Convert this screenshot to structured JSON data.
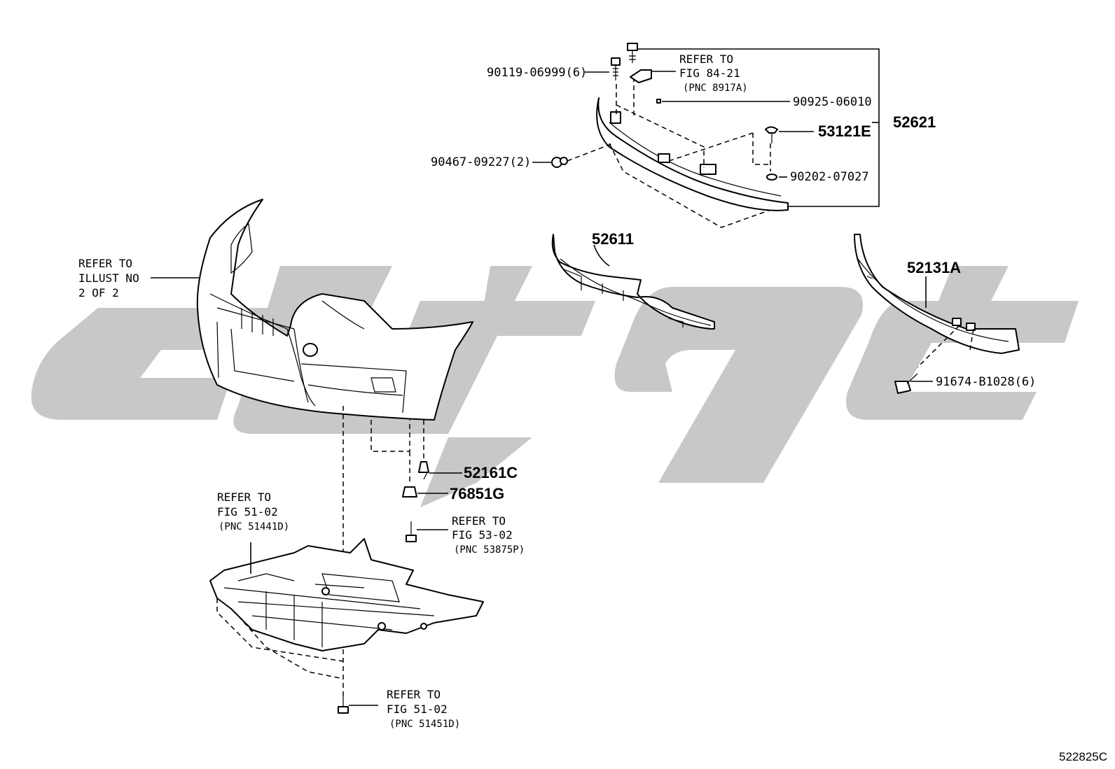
{
  "watermark": {
    "color": "#c8c8c8"
  },
  "diagram_code": "522825C",
  "parts": {
    "p52621": "52621",
    "p53121E": "53121E",
    "p90925": "90925-06010",
    "p90202": "90202-07027",
    "p90119": "90119-06999(6)",
    "p90467": "90467-09227(2)",
    "p52611": "52611",
    "p52131A": "52131A",
    "p91674": "91674-B1028(6)",
    "p52161C": "52161C",
    "p76851G": "76851G"
  },
  "refs": {
    "fig8421": {
      "l1": "REFER TO",
      "l2": "FIG 84-21",
      "l3": "(PNC 8917A)"
    },
    "illust": {
      "l1": "REFER TO",
      "l2": "ILLUST NO",
      "l3": "2 OF 2"
    },
    "fig5102a": {
      "l1": "REFER TO",
      "l2": "FIG 51-02",
      "l3": "(PNC 51441D)"
    },
    "fig5302": {
      "l1": "REFER TO",
      "l2": "FIG 53-02",
      "l3": "(PNC 53875P)"
    },
    "fig5102b": {
      "l1": "REFER TO",
      "l2": "FIG 51-02",
      "l3": "(PNC 51451D)"
    }
  }
}
